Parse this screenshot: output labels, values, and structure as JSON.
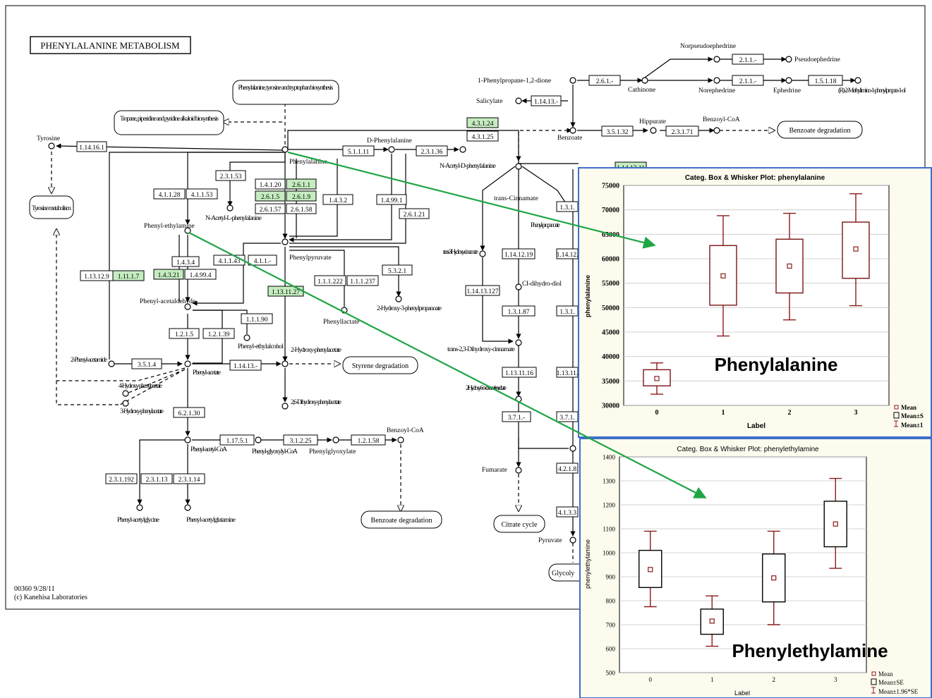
{
  "map": {
    "title": "PHENYLALANINE METABOLISM",
    "footer_id": "00360 9/28/11",
    "footer_copy": "(c) Kanehisa Laboratories",
    "colors": {
      "highlight": "#c5ecc0",
      "arrow": "#1fa546",
      "box": "#000000"
    },
    "rounded_boxes": {
      "biosynth": "Phenylalanine, tyrosine and tryptophan biosynthesis",
      "tropane": "Tropane, piperidine and pyridine alkaloid biosynthesis",
      "tyrmet": "Tyrosine metabolism",
      "styrene": "Styrene degradation",
      "benzdeg1": "Benzoate degradation",
      "benzdeg2": "Benzoate degradation",
      "citrate": "Citrate cycle",
      "glycol": "Glycoly"
    },
    "compounds": {
      "tyrosine": "Tyrosine",
      "dphe": "D-Phenylalanine",
      "phe": "Phenylalanine",
      "nacetyl_d": "N-Acetyl-D-phenylalanine",
      "nacetyl_l": "N-Acetyl-L-phenylalanine",
      "phenethylamine": "Phenyl-ethylamine",
      "phenylpyruvate": "Phenylpyruvate",
      "phenylacetaldehyde": "Phenyl-acetaldehyde",
      "phenyllactate": "Phenyllactate",
      "hydroxyphenylpropanoate": "2-Hydroxy-3-phenylpropanoate",
      "phenylethylalcohol": "Phenyl-ethylalcohol",
      "hydroxyphenylacetate": "2-Hydroxy-phenylacetate",
      "dihydroxyphenylacetate": "2,6-Dihydroxy-phenylacetate",
      "phenylacetamide": "2-Phenyl-acetamide",
      "phenylacetate": "Phenyl-acetate",
      "hp4": "4-Hydroxy-phenylacetate",
      "hp3": "3-Hydroxy-phenylacetate",
      "phenylacetylcoa": "Phenyl-acetyl-CoA",
      "phenylglyoxylylcoa": "Phenyl-glyoxylyl-CoA",
      "phenylglyoxylate": "Phenylglyoxylate",
      "benzoylcoa1": "Benzoyl-CoA",
      "phenylacetylglycine": "Phenyl-acetylglycine",
      "phenylacetylglutamine": "Phenyl-acetylglutamine",
      "transcinnamate": "trans-Cinnamate",
      "trans3hydroxy": "trans-3-Hydroxy-cinnamate",
      "phenylpropanoate": "Phenyl-propanoate",
      "cidihydrodiol": "CI-dihydro-diol",
      "trans23": "trans-2,3-Dihydroxy-cinnamate",
      "oxonona": "2-Hydroxy-6-oxonona-trienedioate",
      "fumarate": "Fumarate",
      "pyruvate": "Pyruvate",
      "salicylate": "Salicylate",
      "benzoate": "Benzoate",
      "hippurate": "Hippurate",
      "benzoylcoa2": "Benzoyl-CoA",
      "phenylpropanedione": "1-Phenylpropane-1,2-dione",
      "cathinone": "Cathinone",
      "norephedrine": "Norephedrine",
      "ephedrine": "Ephedrine",
      "norpseudo": "Norpseudoephedrine",
      "pseudo": "Pseudoephedrine",
      "methylimino": "(R)-2-Methylimino-1-phenylpropan-1-ol"
    },
    "enzymes": {
      "e1": "1.14.16.1",
      "e2": "5.1.1.11",
      "e3": "2.3.1.36",
      "e4": "4.3.1.24",
      "e5": "4.3.1.25",
      "e6": "2.3.1.53",
      "e7": "1.4.1.20",
      "e8": "2.6.1.1",
      "e9": "2.6.1.5",
      "e10": "2.6.1.9",
      "e11": "2.6.1.57",
      "e12": "2.6.1.58",
      "e13": "1.4.3.2",
      "e14": "1.4.99.1",
      "e15": "2.6.1.21",
      "e16": "4.1.1.28",
      "e17": "4.1.1.53",
      "e18": "1.4.3.4",
      "e19": "1.4.3.21",
      "e20": "1.4.99.4",
      "e21": "1.13.12.9",
      "e22": "1.11.1.7",
      "e23": "4.1.1.43",
      "e24": "4.1.1.-",
      "e25": "1.13.11.27",
      "e26": "1.1.1.222",
      "e27": "1.1.1.237",
      "e28": "5.3.2.1",
      "e29": "1.1.1.90",
      "e30": "1.2.1.5",
      "e31": "1.2.1.39",
      "e32": "3.5.1.4",
      "e33": "1.14.13.-",
      "e34": "6.2.1.30",
      "e35": "1.17.5.1",
      "e36": "3.1.2.25",
      "e37": "1.2.1.58",
      "e38": "2.3.1.192",
      "e39": "2.3.1.13",
      "e40": "2.3.1.14",
      "e41": "1.14.12.19",
      "e42": "1.14.13.127",
      "e43": "1.3.1.87",
      "e44": "1.13.11.16",
      "e45": "3.7.1.-",
      "e46": "1.14.13.-",
      "e47": "3.5.1.32",
      "e48": "2.3.1.71",
      "e49": "2.6.1.-",
      "e50": "2.1.1.-",
      "e51": "2.1.1.-",
      "e52": "1.5.1.18",
      "e53": "1.14.13.11",
      "e54": "1.3.1.",
      "e55": "1.14.12.",
      "e56": "1.3.1.",
      "e57": "1.13.11.",
      "e58": "3.7.1.",
      "e59": "4.2.1.8",
      "e60": "4.1.3.3"
    }
  },
  "charts": {
    "phe_chart": {
      "title": "Categ. Box & Whisker Plot: phenylalanine",
      "ylabel": "phenylalanine",
      "xlabel": "Label",
      "overlay": "Phenylalanine",
      "legend": [
        "Mean",
        "Mean±S",
        "Mean±1"
      ]
    },
    "pea_chart": {
      "title": "Categ. Box & Whisker Plot: phenylethylamine",
      "ylabel": "phenylethylamine",
      "xlabel": "Label",
      "overlay": "Phenylethylamine",
      "legend": [
        "Mean",
        "Mean±SE",
        "Mean±1.96*SE"
      ]
    }
  },
  "chart_data": [
    {
      "type": "box",
      "title": "Categ. Box & Whisker Plot: phenylalanine",
      "xlabel": "Label",
      "ylabel": "phenylalanine",
      "categories": [
        "0",
        "1",
        "2",
        "3"
      ],
      "ylim": [
        30000,
        75000
      ],
      "yticks": [
        30000,
        35000,
        40000,
        45000,
        50000,
        55000,
        60000,
        65000,
        70000,
        75000
      ],
      "mean": [
        35500,
        56500,
        58500,
        62000
      ],
      "box_low": [
        34000,
        50500,
        53000,
        56000
      ],
      "box_high": [
        37300,
        62700,
        64000,
        67500
      ],
      "whisker_low": [
        32300,
        44200,
        47500,
        50400
      ],
      "whisker_high": [
        38700,
        68800,
        69300,
        73300
      ],
      "grid": true,
      "legend": [
        "Mean",
        "Mean±S",
        "Mean±1"
      ]
    },
    {
      "type": "box",
      "title": "Categ. Box & Whisker Plot: phenylethylamine",
      "xlabel": "Label",
      "ylabel": "phenylethylamine",
      "categories": [
        "0",
        "1",
        "2",
        "3"
      ],
      "ylim": [
        500,
        1400
      ],
      "yticks": [
        500,
        600,
        700,
        800,
        900,
        1000,
        1100,
        1200,
        1300,
        1400
      ],
      "mean": [
        930,
        715,
        895,
        1120
      ],
      "box_low": [
        855,
        660,
        795,
        1025
      ],
      "box_high": [
        1010,
        765,
        995,
        1215
      ],
      "whisker_low": [
        775,
        610,
        700,
        935
      ],
      "whisker_high": [
        1090,
        820,
        1090,
        1310
      ],
      "grid": true,
      "legend": [
        "Mean",
        "Mean±SE",
        "Mean±1.96*SE"
      ]
    }
  ]
}
